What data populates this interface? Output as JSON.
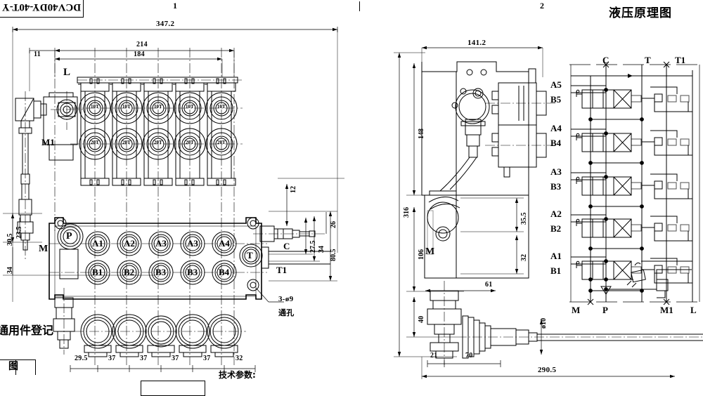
{
  "sheet": {
    "part_number": "DCV40DY-40T-Y",
    "zone_markers": [
      "1",
      "2"
    ],
    "schematic_title": "液压原理图",
    "common_parts_label": "通用件登记",
    "trace_label": "描　图",
    "tech_params_label": "技术参数:"
  },
  "front_view": {
    "name": "front-elevation",
    "dimensions": {
      "overall_width": "347.2",
      "span_214": "214",
      "span_184": "184",
      "offset_11": "11",
      "height_80_5": "80.5",
      "height_34": "34",
      "height_27_5": "27.5",
      "height_26": "26",
      "height_12": "12",
      "height_23_5": "23.5",
      "height_30_5": "30.5",
      "height_34b": "34"
    },
    "port_labels_top_row": [
      "A1",
      "A2",
      "A3",
      "A3",
      "A4"
    ],
    "port_labels_bottom_row": [
      "B1",
      "B2",
      "B3",
      "B3",
      "B4"
    ],
    "supply_port": "P",
    "tank_port": "T",
    "tank_port_alt": "T1",
    "gauge_port_c": "C",
    "gauge_port_m": "M",
    "gauge_port_m1": "M1",
    "lever_port_l": "L",
    "coil_top_marking": "10T",
    "coil_bottom_marking": "20T",
    "bottom_spacings": [
      "29.5",
      "37",
      "37",
      "37",
      "37",
      "32"
    ],
    "hole_note_line1": "3-ø9",
    "hole_note_line2": "通孔",
    "section_count": 5
  },
  "side_view": {
    "name": "side-elevation",
    "dimensions": {
      "width_141_2": "141.2",
      "height_148": "148",
      "height_316": "316",
      "height_106": "106",
      "height_40": "40",
      "dim_35_5": "35.5",
      "dim_32": "32",
      "dim_61": "61",
      "dim_21": "21",
      "dim_70": "70",
      "dim_290_5": "290.5",
      "dia_10": "ø10"
    },
    "gauge_port_m": "M"
  },
  "schematic": {
    "name": "hydraulic-circuit",
    "title": "液压原理图",
    "top_ports": [
      "C",
      "T",
      "T1"
    ],
    "bottom_ports": [
      "M",
      "P",
      "M1",
      "L"
    ],
    "work_ports": [
      {
        "a": "A5",
        "b": "B5"
      },
      {
        "a": "A4",
        "b": "B4"
      },
      {
        "a": "A3",
        "b": "B3"
      },
      {
        "a": "A2",
        "b": "B2"
      },
      {
        "a": "A1",
        "b": "B1"
      }
    ],
    "section_count": 5
  },
  "colors": {
    "line": "#000000",
    "background": "#ffffff",
    "thin_line": "#333333"
  }
}
